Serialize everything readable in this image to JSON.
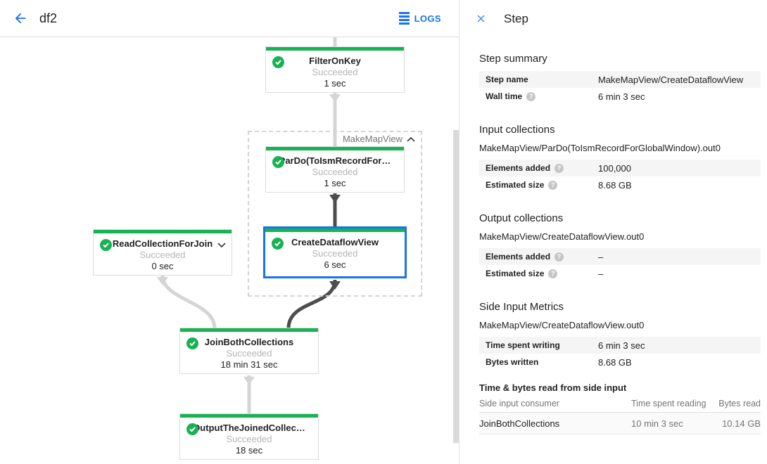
{
  "topbar": {
    "title": "df2",
    "logs_label": "LOGS"
  },
  "graph": {
    "group_label": "MakeMapView",
    "nodes": [
      {
        "title": "FilterOnKey",
        "status": "Succeeded",
        "time": "1 sec"
      },
      {
        "title": "ParDo(ToIsmRecordFor…",
        "status": "Succeeded",
        "time": "1 sec"
      },
      {
        "title": "CreateDataflowView",
        "status": "Succeeded",
        "time": "6 sec"
      },
      {
        "title": "ReadCollectionForJoin",
        "status": "Succeeded",
        "time": "0 sec"
      },
      {
        "title": "JoinBothCollections",
        "status": "Succeeded",
        "time": "18 min 31 sec"
      },
      {
        "title": "OutputTheJoinedCollec…",
        "status": "Succeeded",
        "time": "18 sec"
      }
    ]
  },
  "panel": {
    "title": "Step",
    "step_summary": {
      "heading": "Step summary",
      "rows": [
        {
          "label": "Step name",
          "value": "MakeMapView/CreateDataflowView"
        },
        {
          "label": "Wall time",
          "value": "6 min 3 sec"
        }
      ]
    },
    "input_collections": {
      "heading": "Input collections",
      "collection": "MakeMapView/ParDo(ToIsmRecordForGlobalWindow).out0",
      "rows": [
        {
          "label": "Elements added",
          "value": "100,000"
        },
        {
          "label": "Estimated size",
          "value": "8.68 GB"
        }
      ]
    },
    "output_collections": {
      "heading": "Output collections",
      "collection": "MakeMapView/CreateDataflowView.out0",
      "rows": [
        {
          "label": "Elements added",
          "value": "–"
        },
        {
          "label": "Estimated size",
          "value": "–"
        }
      ]
    },
    "side_input_metrics": {
      "heading": "Side Input Metrics",
      "collection": "MakeMapView/CreateDataflowView.out0",
      "rows": [
        {
          "label": "Time spent writing",
          "value": "6 min 3 sec"
        },
        {
          "label": "Bytes written",
          "value": "8.68 GB"
        }
      ]
    },
    "side_input_table": {
      "heading": "Time & bytes read from side input",
      "columns": [
        "Side input consumer",
        "Time spent reading",
        "Bytes read"
      ],
      "rows": [
        {
          "consumer": "JoinBothCollections",
          "time_reading": "10 min 3 sec",
          "bytes_read": "10.14 GB"
        }
      ]
    }
  },
  "icons": {
    "help": "?"
  },
  "colors": {
    "accent_blue": "#1a73e8",
    "success_green": "#18b252",
    "edge_dark": "#4d4d4d",
    "edge_light": "#d5d5d5"
  }
}
